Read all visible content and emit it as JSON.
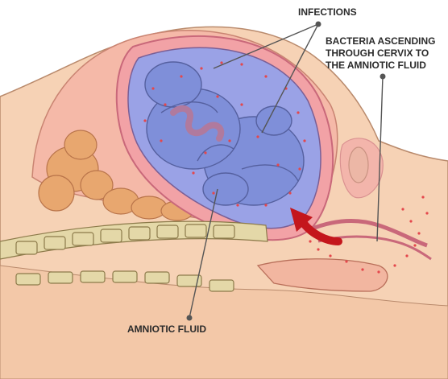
{
  "labels": {
    "infections": "INFECTIONS",
    "bacteria_line1": "BACTERIA ASCENDING",
    "bacteria_line2": "THROUGH CERVIX TO",
    "bacteria_line3": "THE AMNIOTIC FLUID",
    "amniotic_fluid": "AMNIOTIC FLUID"
  },
  "colors": {
    "skin": "#f6d2b5",
    "skin_outline": "#b98a6c",
    "uterus_wall": "#f2a2a6",
    "amniotic_sac": "#9aa2e6",
    "fetus": "#7f8fd9",
    "bacteria_dots": "#e4474c",
    "arrow": "#c4161c",
    "spine": "#e4d8a8",
    "intestine": "#e8a76f",
    "umbilical_cord": "#b07a9e",
    "pointer_line": "#555555"
  }
}
